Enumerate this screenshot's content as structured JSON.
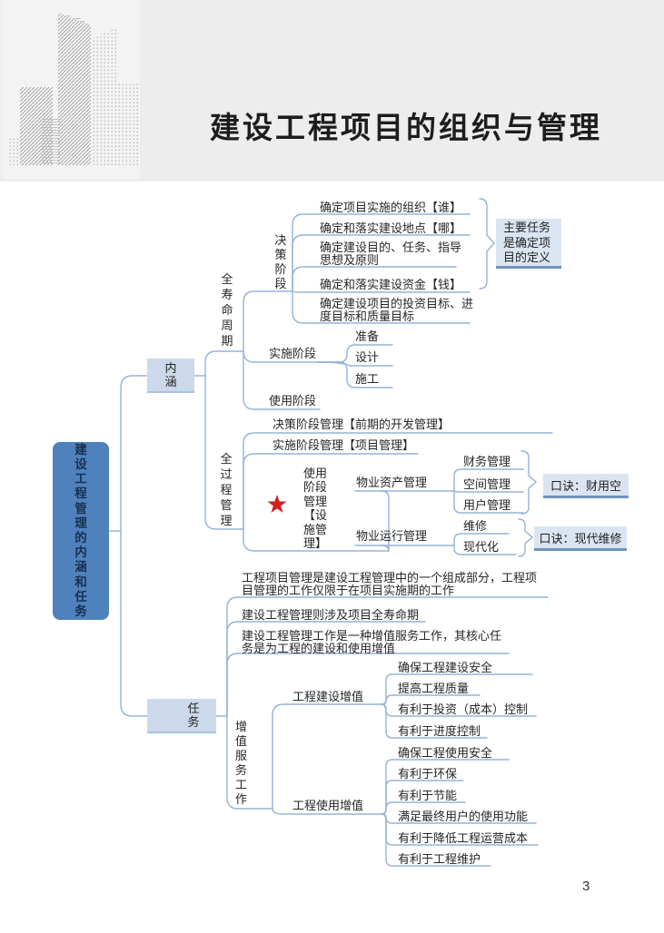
{
  "header": {
    "title": "建设工程项目的组织与管理"
  },
  "page": {
    "number": "3"
  },
  "colors": {
    "line": "#95b3d7",
    "root_fill": "#4f81bd",
    "tag_fill": "#cbd9ea",
    "callout_fill": "#dbe5f1",
    "star": "#ce2121",
    "header_band": "#ededed"
  },
  "mindmap": {
    "root": "建设工程管理的内涵和任务",
    "neihan": {
      "label": "内涵",
      "lifecycle": {
        "label": "全寿命周期",
        "decision": {
          "label": "决策阶段",
          "items": [
            "确定项目实施的组织【谁】",
            "确定和落实建设地点【哪】",
            "确定建设目的、任务、指导思想及原则",
            "确定和落实建设资金【钱】",
            "确定建设项目的投资目标、进度目标和质量目标"
          ],
          "callout": "主要任务是确定项目的定义"
        },
        "implementation": {
          "label": "实施阶段",
          "items": [
            "准备",
            "设计",
            "施工"
          ]
        },
        "use": {
          "label": "使用阶段"
        }
      },
      "process": {
        "label": "全过程管理",
        "items": [
          "决策阶段管理【前期的开发管理】",
          "实施阶段管理【项目管理】"
        ],
        "use_stage": {
          "label": "使用阶段管理【设施管理】",
          "asset": {
            "label": "物业资产管理",
            "items": [
              "财务管理",
              "空间管理",
              "用户管理"
            ],
            "callout": "口诀：财用空"
          },
          "operation": {
            "label": "物业运行管理",
            "items": [
              "维修",
              "现代化"
            ],
            "callout": "口诀：现代维修"
          }
        }
      }
    },
    "renwu": {
      "label": "任务",
      "items": [
        "工程项目管理是建设工程管理中的一个组成部分，工程项目管理的工作仅限于在项目实施期的工作",
        "建设工程管理则涉及项目全寿命期",
        "建设工程管理工作是一种增值服务工作，其核心任务是为工程的建设和使用增值"
      ],
      "value_service": {
        "label": "增值服务工作",
        "construction": {
          "label": "工程建设增值",
          "items": [
            "确保工程建设安全",
            "提高工程质量",
            "有利于投资（成本）控制",
            "有利于进度控制"
          ]
        },
        "usage": {
          "label": "工程使用增值",
          "items": [
            "确保工程使用安全",
            "有利于环保",
            "有利于节能",
            "满足最终用户的使用功能",
            "有利于降低工程运营成本",
            "有利于工程维护"
          ]
        }
      }
    }
  }
}
